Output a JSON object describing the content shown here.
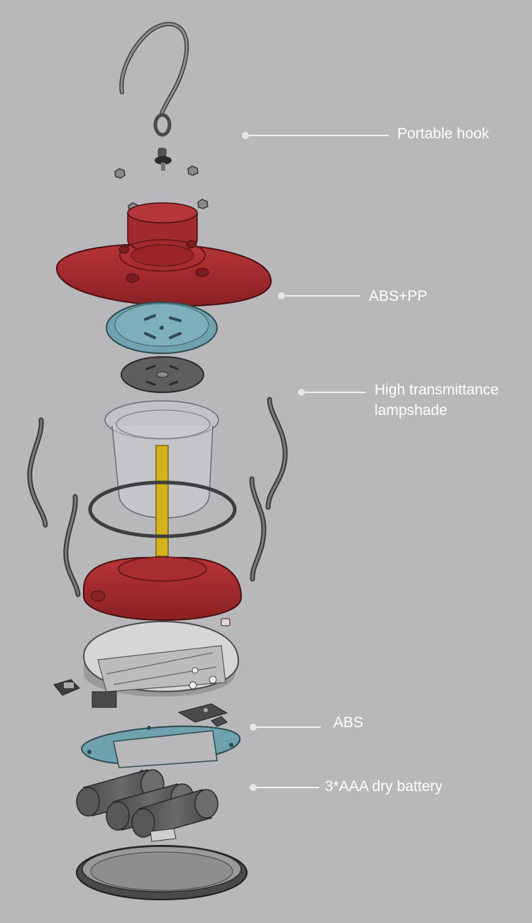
{
  "colors": {
    "background": "#b8b8ba",
    "red": "#a32a2e",
    "red_dark": "#7e1c20",
    "teal": "#6ea2ae",
    "dark_gray": "#5a5a5c",
    "yellow": "#d4b21c",
    "label": "#ffffff"
  },
  "labels": {
    "hook": "Portable hook",
    "shade_material": "ABS+PP",
    "lampshade": "High transmittance\nlampshade",
    "base_material": "ABS",
    "battery": "3*AAA dry battery"
  }
}
